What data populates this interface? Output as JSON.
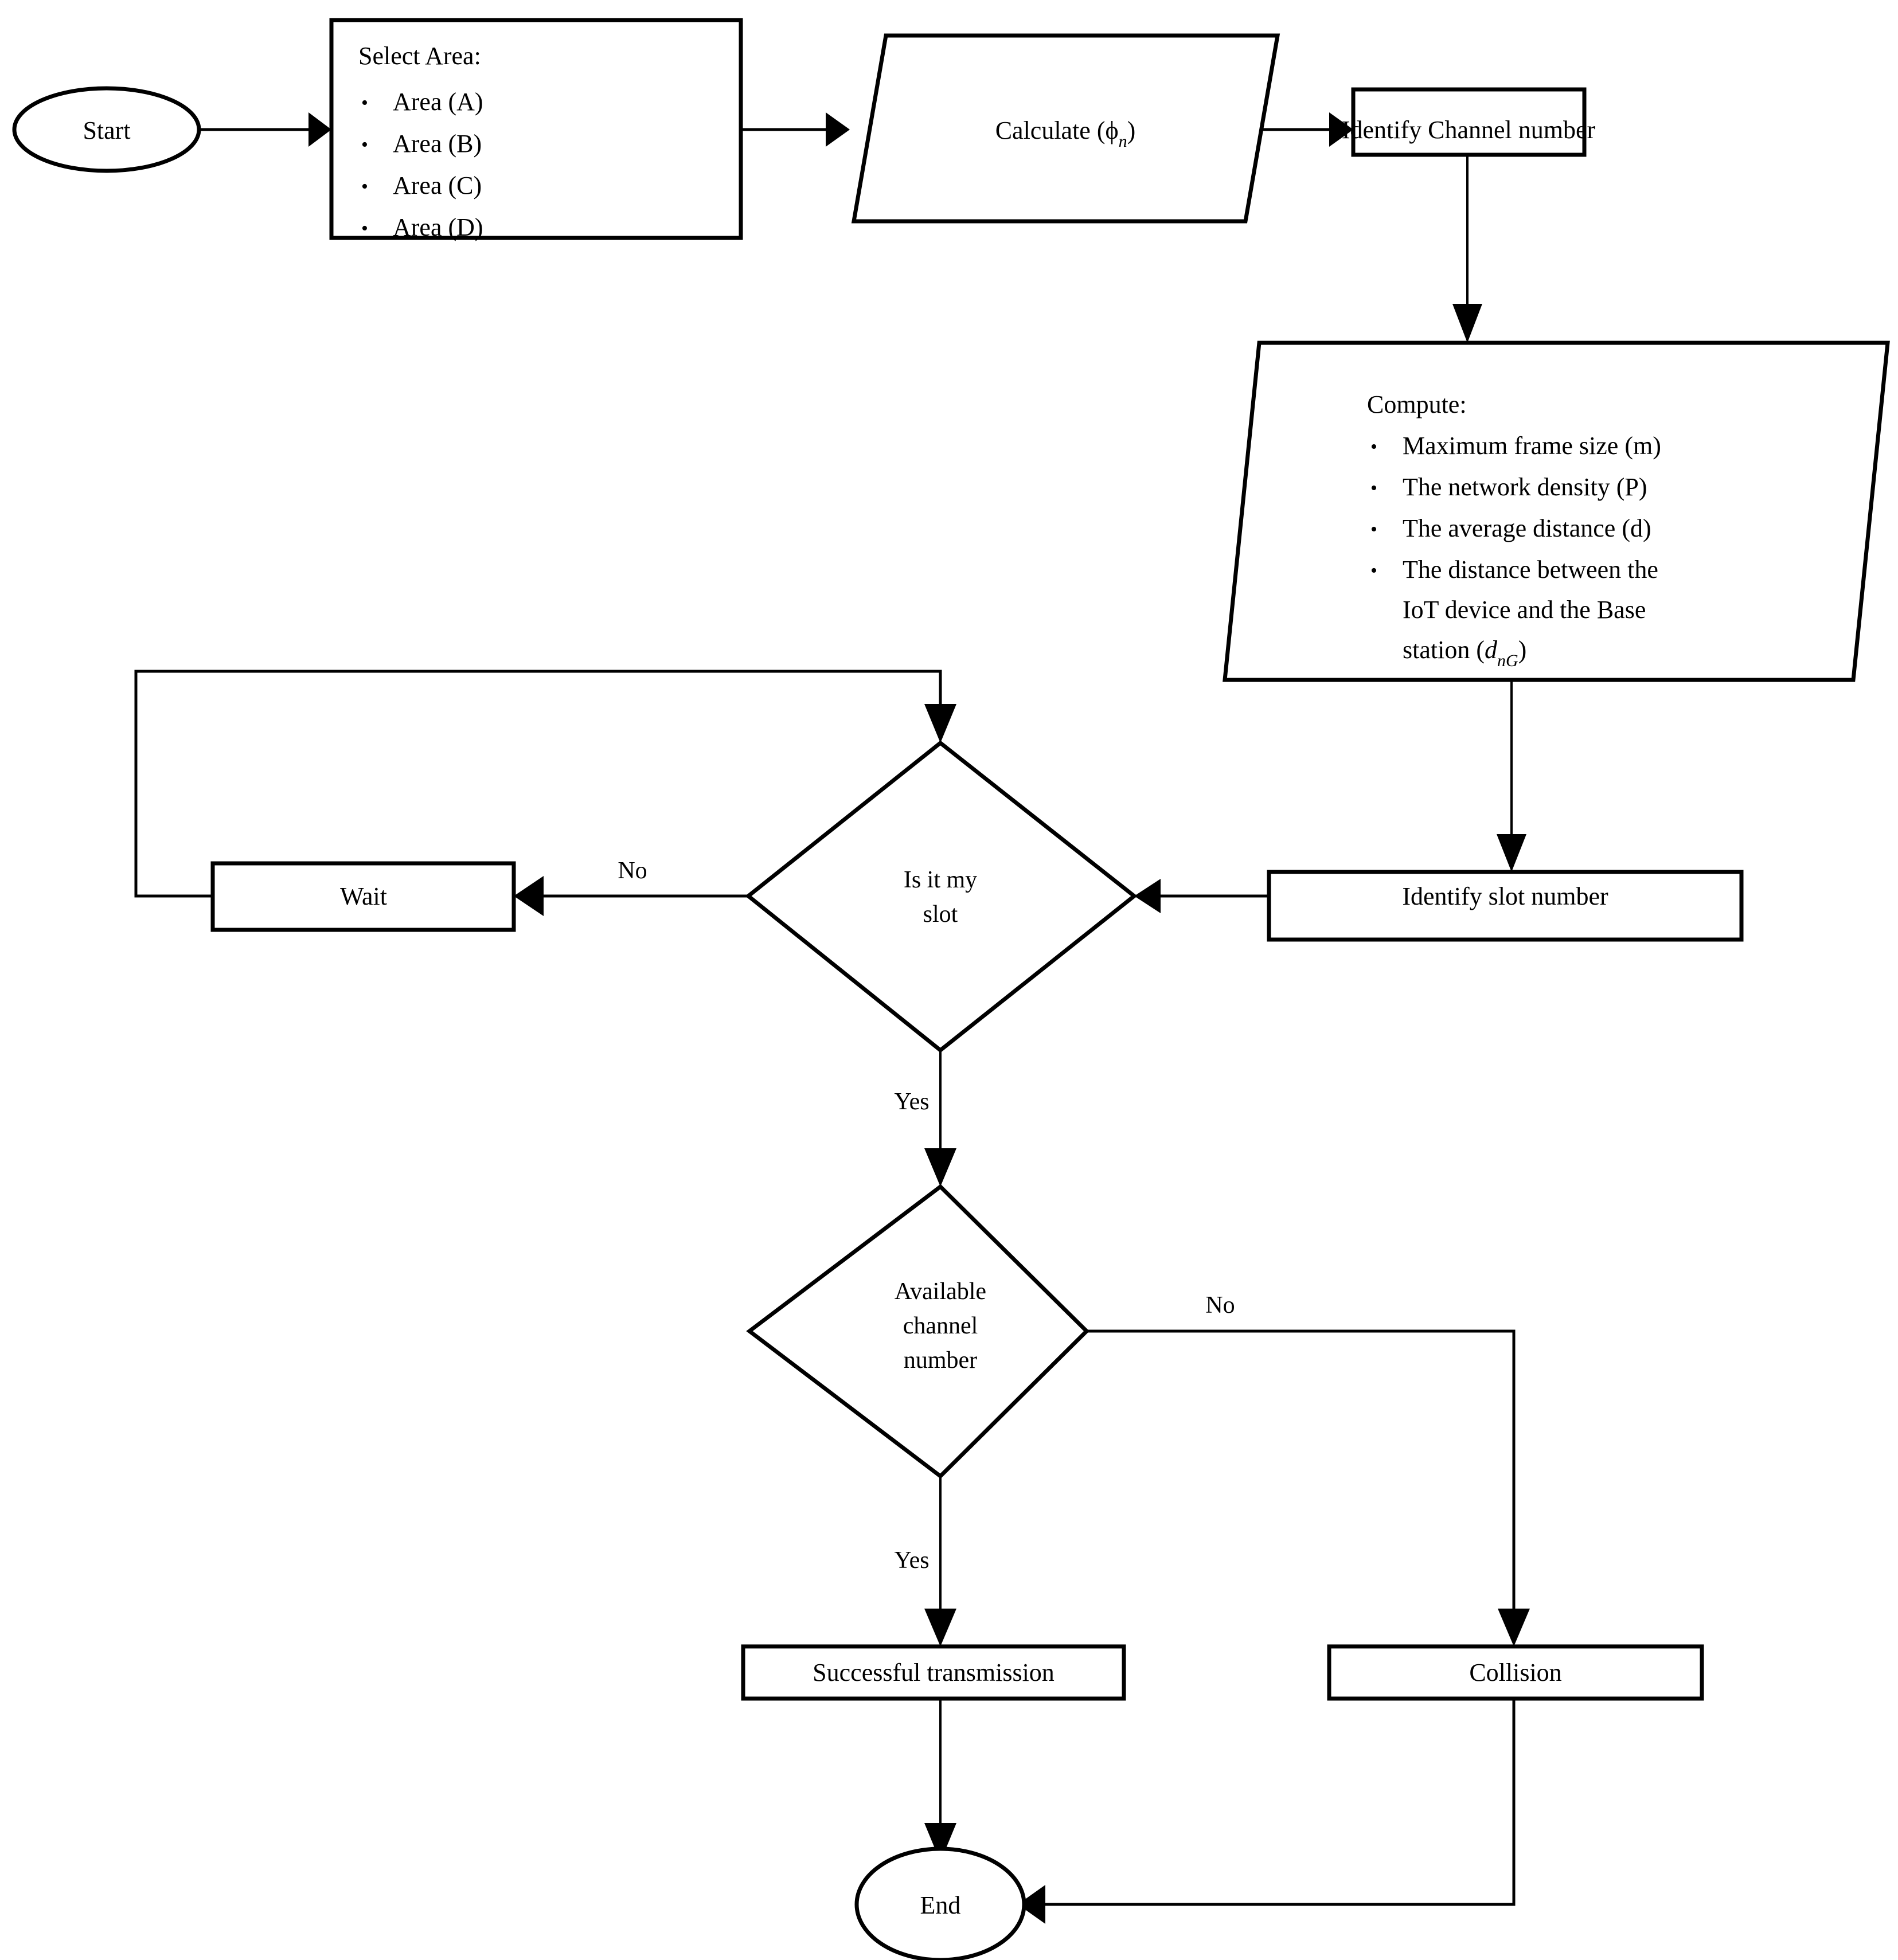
{
  "diagram": {
    "title": "IoT channel and slot access flowchart",
    "type": "flowchart",
    "background_color": "#ffffff",
    "line_color": "#000000"
  },
  "nodes": {
    "start": {
      "label": "Start",
      "shape": "ellipse"
    },
    "select_area": {
      "heading": "Select Area:",
      "shape": "process",
      "items": [
        "Area (A)",
        "Area (B)",
        "Area (C)",
        "Area (D)"
      ]
    },
    "calculate_phi": {
      "label_prefix": "Calculate (",
      "symbol": "ϕ",
      "symbol_sub": "n",
      "label_suffix": ")",
      "label_plain": "Calculate (ϕn)",
      "shape": "data-parallelogram"
    },
    "identify_channel": {
      "label": "Identify Channel number",
      "shape": "process"
    },
    "compute": {
      "heading": "Compute:",
      "shape": "data-parallelogram",
      "items": [
        {
          "text": "Maximum frame size (m)"
        },
        {
          "text": "The network density (P)"
        },
        {
          "text": "The average distance (d)"
        },
        {
          "lines": [
            "The  distance  between  the",
            "IoT  device  and  the  Base",
            "station ("
          ],
          "symbol": "d",
          "symbol_sub": "nG",
          "tail": ")"
        }
      ]
    },
    "identify_slot": {
      "label": "Identify slot number",
      "shape": "process"
    },
    "is_my_slot": {
      "label_line1": "Is it my",
      "label_line2": "slot",
      "shape": "decision"
    },
    "wait": {
      "label": "Wait",
      "shape": "process"
    },
    "available_channel": {
      "label_line1": "Available",
      "label_line2": "channel",
      "label_line3": "number",
      "shape": "decision"
    },
    "successful_transmission": {
      "label": "Successful transmission",
      "shape": "process"
    },
    "collision": {
      "label": "Collision",
      "shape": "process"
    },
    "end": {
      "label": "End",
      "shape": "ellipse"
    }
  },
  "edge_labels": {
    "slot_no": "No",
    "slot_yes": "Yes",
    "channel_no": "No",
    "channel_yes": "Yes"
  },
  "edges": [
    {
      "from": "start",
      "to": "select_area",
      "label": ""
    },
    {
      "from": "select_area",
      "to": "calculate_phi",
      "label": ""
    },
    {
      "from": "calculate_phi",
      "to": "identify_channel",
      "label": ""
    },
    {
      "from": "identify_channel",
      "to": "compute",
      "label": ""
    },
    {
      "from": "compute",
      "to": "identify_slot",
      "label": ""
    },
    {
      "from": "identify_slot",
      "to": "is_my_slot",
      "label": ""
    },
    {
      "from": "is_my_slot",
      "to": "wait",
      "label": "No"
    },
    {
      "from": "wait",
      "to": "is_my_slot",
      "label": ""
    },
    {
      "from": "is_my_slot",
      "to": "available_channel",
      "label": "Yes"
    },
    {
      "from": "available_channel",
      "to": "successful_transmission",
      "label": "Yes"
    },
    {
      "from": "available_channel",
      "to": "collision",
      "label": "No"
    },
    {
      "from": "successful_transmission",
      "to": "end",
      "label": ""
    },
    {
      "from": "collision",
      "to": "end",
      "label": ""
    }
  ]
}
